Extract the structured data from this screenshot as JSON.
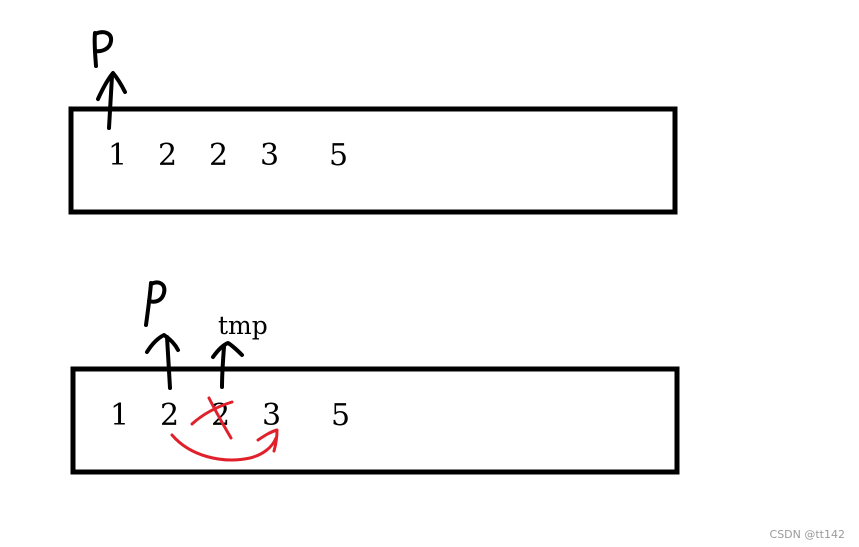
{
  "panel_top": {
    "pointer_label": "P",
    "values": [
      "1",
      "2",
      "2",
      "3",
      "5"
    ]
  },
  "panel_bottom": {
    "pointer_label": "P",
    "tmp_label": "tmp",
    "values": [
      "1",
      "2",
      "2",
      "3",
      "5"
    ]
  },
  "colors": {
    "ink": "#000000",
    "annotation": "#e0202a"
  },
  "watermark": "CSDN @tt142"
}
